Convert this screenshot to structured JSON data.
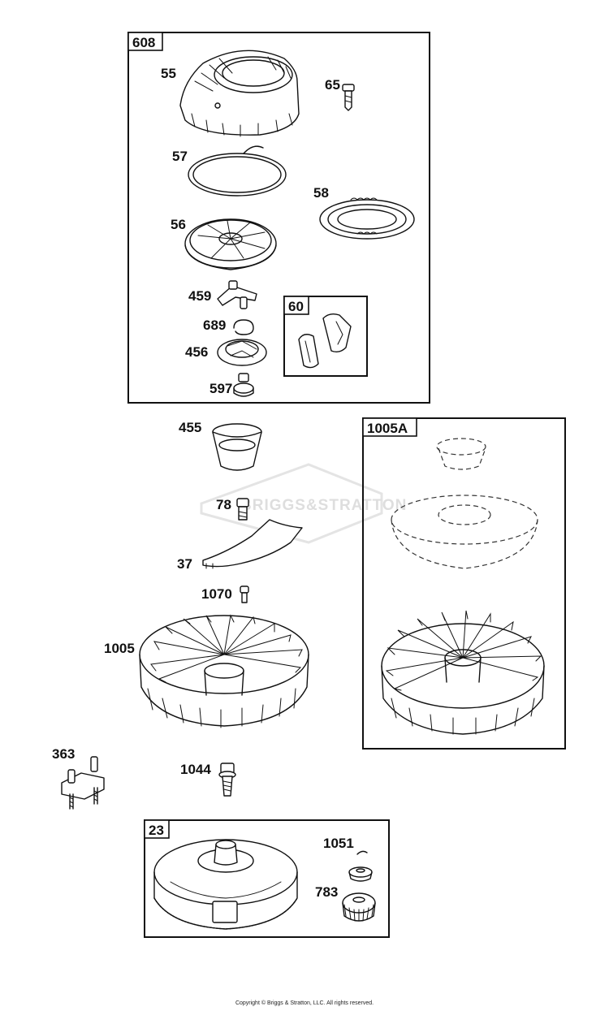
{
  "watermark": {
    "text": "BRIGGS&STRATTON"
  },
  "groups": [
    {
      "id": "608",
      "label": "608"
    },
    {
      "id": "60",
      "label": "60"
    },
    {
      "id": "1005A",
      "label": "1005A"
    },
    {
      "id": "23",
      "label": "23"
    }
  ],
  "parts": [
    {
      "number": "55"
    },
    {
      "number": "65"
    },
    {
      "number": "57"
    },
    {
      "number": "58"
    },
    {
      "number": "56"
    },
    {
      "number": "459"
    },
    {
      "number": "689"
    },
    {
      "number": "456"
    },
    {
      "number": "597"
    },
    {
      "number": "455"
    },
    {
      "number": "78"
    },
    {
      "number": "37"
    },
    {
      "number": "1070"
    },
    {
      "number": "1005"
    },
    {
      "number": "363"
    },
    {
      "number": "1044"
    },
    {
      "number": "1051"
    },
    {
      "number": "783"
    }
  ],
  "footer": {
    "copyright": "Copyright © Briggs & Stratton, LLC. All rights reserved."
  }
}
